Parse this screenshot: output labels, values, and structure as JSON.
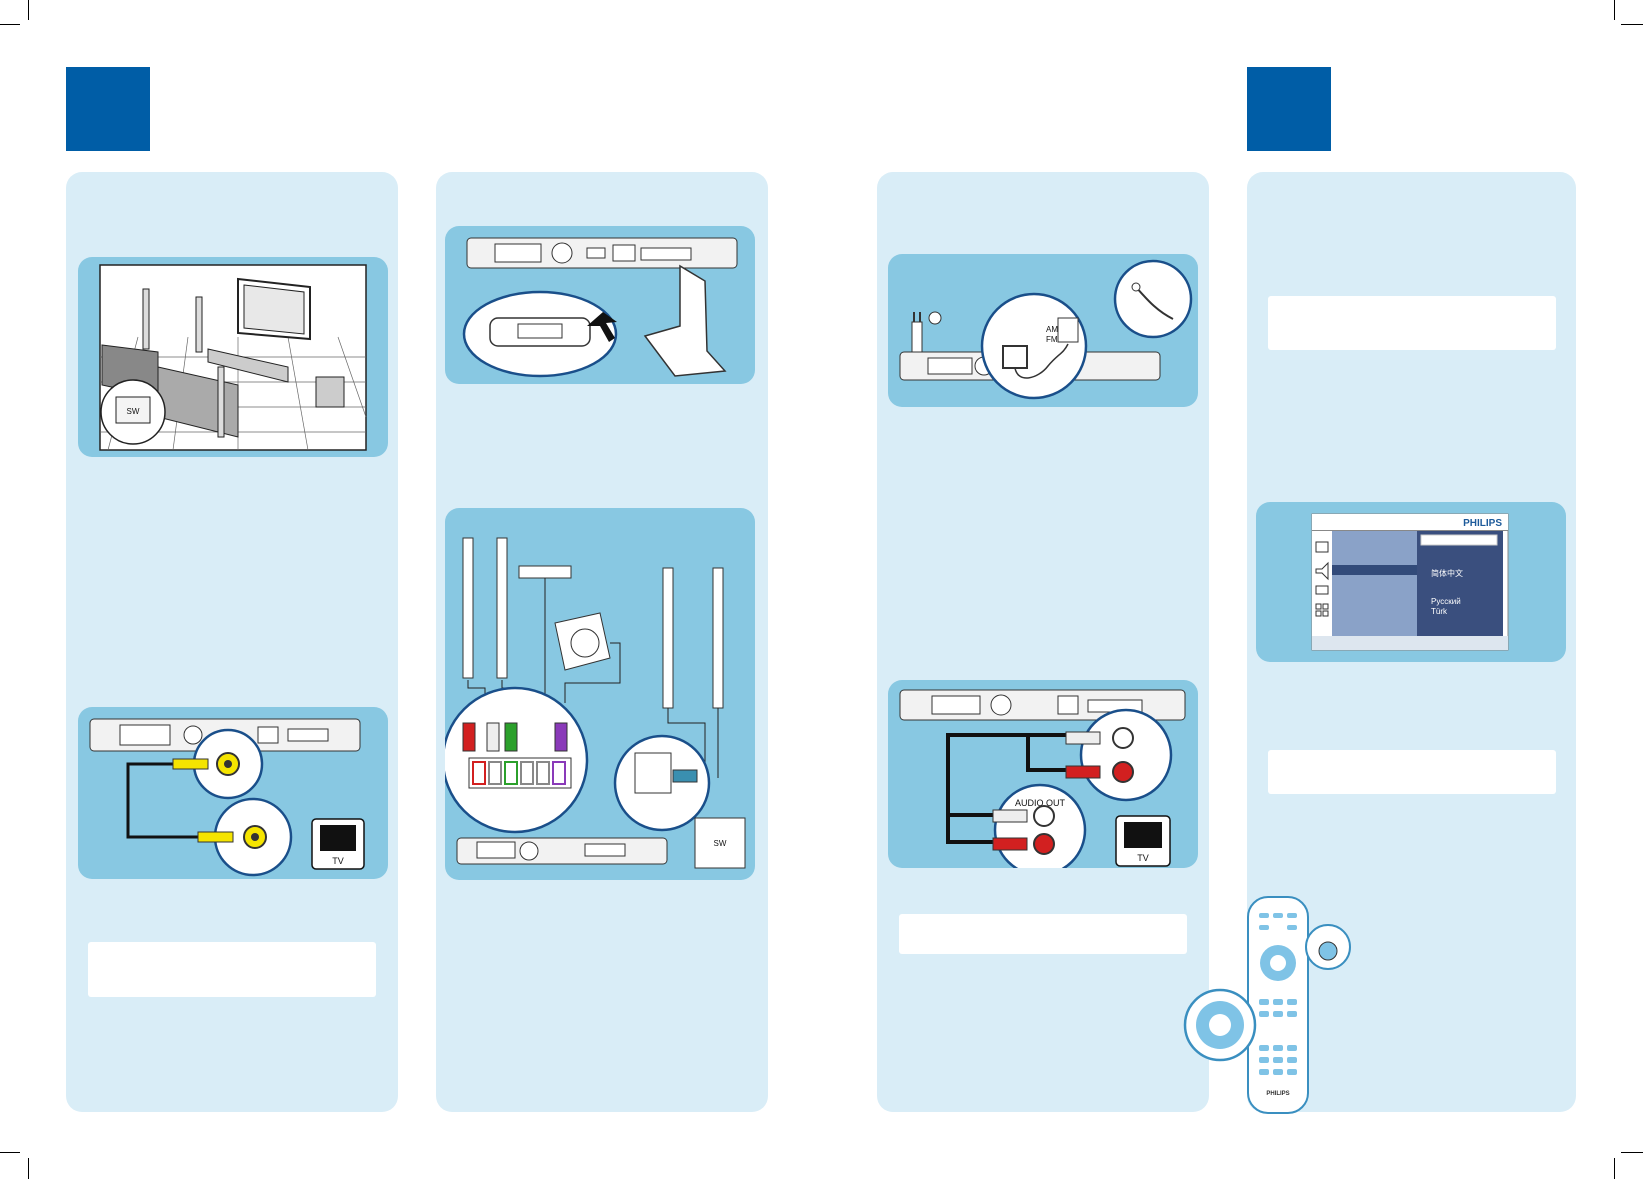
{
  "labels": {
    "tv": "TV",
    "audio_out": "AUDIO OUT",
    "am_fm_line1": "AM/",
    "am_fm_line2": "FM",
    "philips": "PHILIPS",
    "subwoofer_badge": "SW",
    "menu_items": [
      "Русский",
      "Türk"
    ],
    "menu_cjk": "简体中文"
  },
  "colors": {
    "step_box": "#005da6",
    "column_bg": "#d9edf7",
    "illustration_bg": "#88c8e2",
    "callout_bg": "#ffffff"
  }
}
